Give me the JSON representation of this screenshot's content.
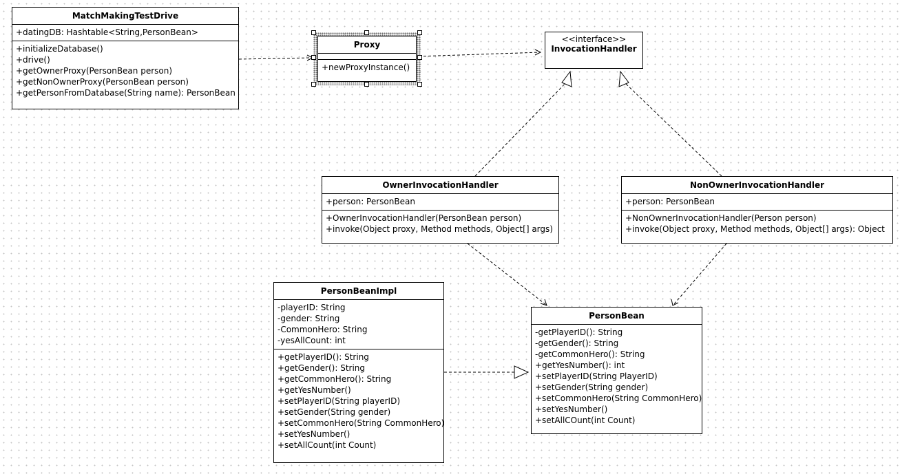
{
  "classes": {
    "match_making_test_drive": {
      "name": "MatchMakingTestDrive",
      "attributes": [
        "+datingDB: Hashtable<String,PersonBean>"
      ],
      "operations": [
        "+initializeDatabase()",
        "+drive()",
        "+getOwnerProxy(PersonBean person)",
        "+getNonOwnerProxy(PersonBean person)",
        "+getPersonFromDatabase(String name): PersonBean"
      ]
    },
    "proxy": {
      "name": "Proxy",
      "attributes": [],
      "operations": [
        "+newProxyInstance()"
      ]
    },
    "invocation_handler": {
      "stereotype": "<<interface>>",
      "name": "InvocationHandler"
    },
    "owner_invocation_handler": {
      "name": "OwnerInvocationHandler",
      "attributes": [
        "+person: PersonBean"
      ],
      "operations": [
        "+OwnerInvocationHandler(PersonBean person)",
        "+invoke(Object proxy, Method methods, Object[] args)"
      ]
    },
    "non_owner_invocation_handler": {
      "name": "NonOwnerInvocationHandler",
      "attributes": [
        "+person: PersonBean"
      ],
      "operations": [
        "+NonOwnerInvocationHandler(Person person)",
        "+invoke(Object proxy, Method methods, Object[] args): Object"
      ]
    },
    "person_bean_impl": {
      "name": "PersonBeanImpl",
      "attributes": [
        "-playerID: String",
        "-gender: String",
        "-CommonHero: String",
        "-yesAllCount: int"
      ],
      "operations": [
        "+getPlayerID(): String",
        "+getGender(): String",
        "+getCommonHero(): String",
        "+getYesNumber()",
        "+setPlayerID(String playerID)",
        "+setGender(String gender)",
        "+setCommonHero(String CommonHero)",
        "+setYesNumber()",
        "+setAllCount(int Count)"
      ]
    },
    "person_bean": {
      "name": "PersonBean",
      "operations": [
        "-getPlayerID(): String",
        "-getGender(): String",
        "-getCommonHero(): String",
        "+getYesNumber(): int",
        "+setPlayerID(String PlayerID)",
        "+setGender(String gender)",
        "+setCommonHero(String CommonHero)",
        "+setYesNumber()",
        "+setAllCOunt(int Count)"
      ]
    }
  },
  "relationships": [
    {
      "from": "MatchMakingTestDrive",
      "to": "Proxy",
      "kind": "dependency"
    },
    {
      "from": "Proxy",
      "to": "InvocationHandler",
      "kind": "dependency"
    },
    {
      "from": "OwnerInvocationHandler",
      "to": "InvocationHandler",
      "kind": "realization"
    },
    {
      "from": "NonOwnerInvocationHandler",
      "to": "InvocationHandler",
      "kind": "realization"
    },
    {
      "from": "OwnerInvocationHandler",
      "to": "PersonBean",
      "kind": "dependency"
    },
    {
      "from": "NonOwnerInvocationHandler",
      "to": "PersonBean",
      "kind": "dependency"
    },
    {
      "from": "PersonBeanImpl",
      "to": "PersonBean",
      "kind": "realization"
    }
  ]
}
